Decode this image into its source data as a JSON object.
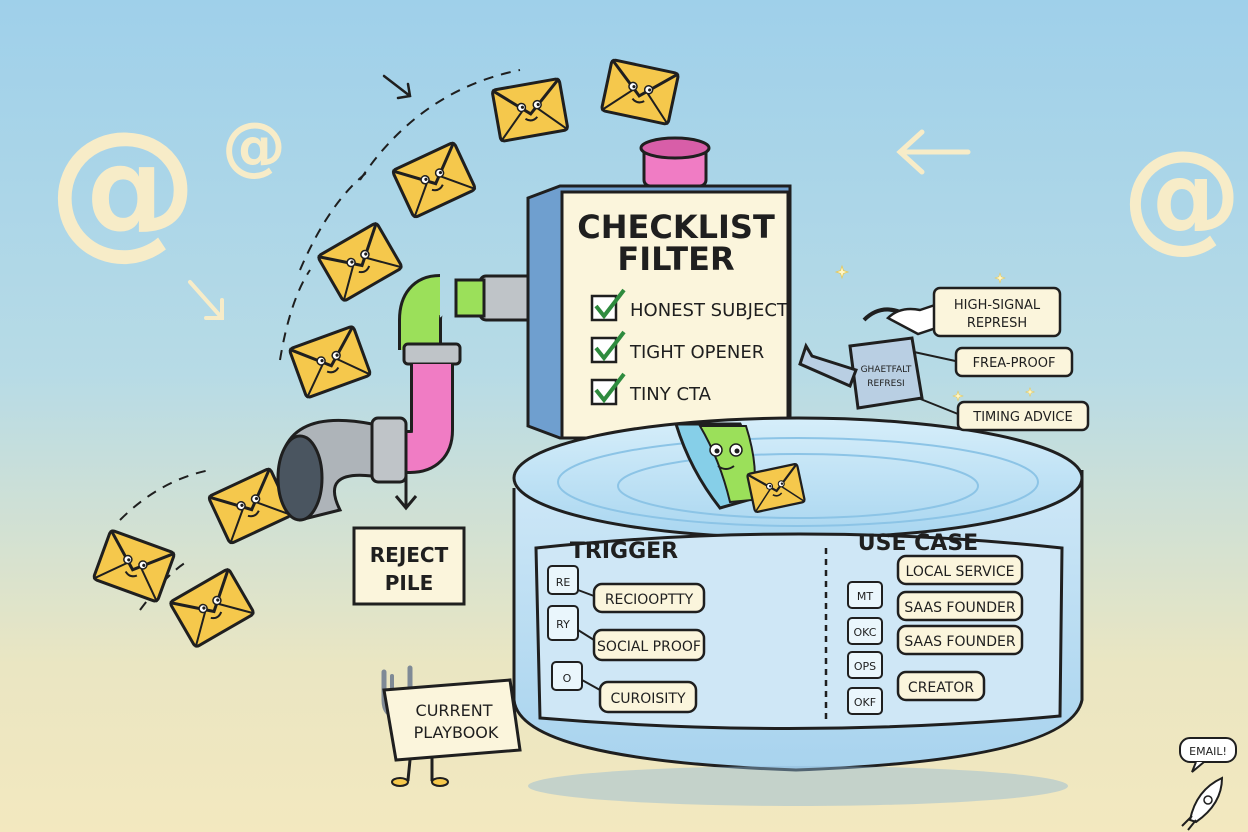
{
  "filter": {
    "title_line1": "CHECKLIST",
    "title_line2": "FILTER",
    "checks": [
      "HONEST SUBJECT",
      "TIGHT OPENER",
      "TINY CTA"
    ]
  },
  "reject": {
    "line1": "REJECT",
    "line2": "PILE"
  },
  "playbook": {
    "line1": "CURRENT",
    "line2": "PLAYBOOK"
  },
  "watering_can": {
    "can_line1": "GHAETFALT",
    "can_line2": "REFRESI",
    "tags": [
      "HIGH-SIGNAL",
      "REPRESH",
      "FREA-PROOF",
      "TIMING ADVICE"
    ]
  },
  "tub": {
    "trigger_header": "TRIGGER",
    "usecase_header": "USE CASE",
    "triggers": [
      {
        "icon": "RE",
        "label": "RECIOOPTTY"
      },
      {
        "icon": "RY",
        "label": "SOCIAL PROOF"
      },
      {
        "icon": "O",
        "label": "CUROISITY"
      }
    ],
    "use_cases": [
      {
        "icon": "MT",
        "label": "LOCAL SERVICE"
      },
      {
        "icon": "OKC",
        "label": "SAAS FOUNDER"
      },
      {
        "icon": "OPS",
        "label": "SAAS FOUNDER"
      },
      {
        "icon": "OKF",
        "label": "CREATOR"
      }
    ]
  },
  "rocket": {
    "bubble": "EMAIL!"
  },
  "symbols": {
    "at": "@",
    "check": "✓"
  },
  "colors": {
    "envelope": "#f5c84c",
    "pipe_green": "#9be05a",
    "pipe_pink": "#f07cc4",
    "water": "#bfe2f5",
    "box_side": "#6f9fcf",
    "paper": "#fbf5dc"
  }
}
